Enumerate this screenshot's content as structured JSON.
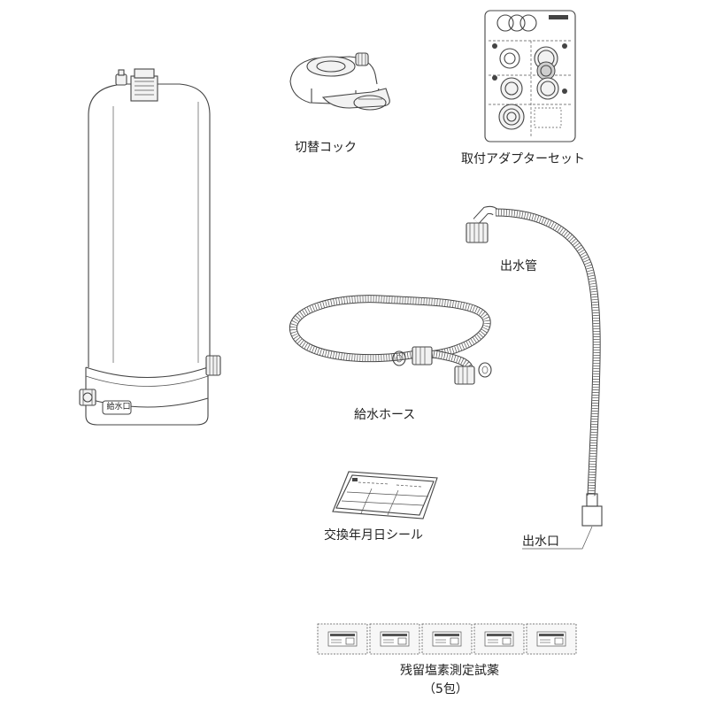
{
  "labels": {
    "switch_cock": "切替コック",
    "adapter_set": "取付アダプターセット",
    "outlet_pipe": "出水管",
    "supply_hose": "給水ホース",
    "date_sticker": "交換年月日シール",
    "chlorine_reagent": "残留塩素測定試薬",
    "reagent_count": "（5包）",
    "outlet_port": "出水口",
    "inlet_port": "給水口"
  },
  "icons": {
    "cartridge": "water-filter-cartridge-icon",
    "cock": "switch-cock-icon",
    "adapter": "adapter-set-card-icon",
    "pipe": "outlet-pipe-icon",
    "hose": "supply-hose-icon",
    "sticker": "date-sticker-icon",
    "reagent": "reagent-packet-icon"
  },
  "colors": {
    "line": "#444444",
    "body": "#ffffff",
    "shade": "#f2f2f2"
  }
}
